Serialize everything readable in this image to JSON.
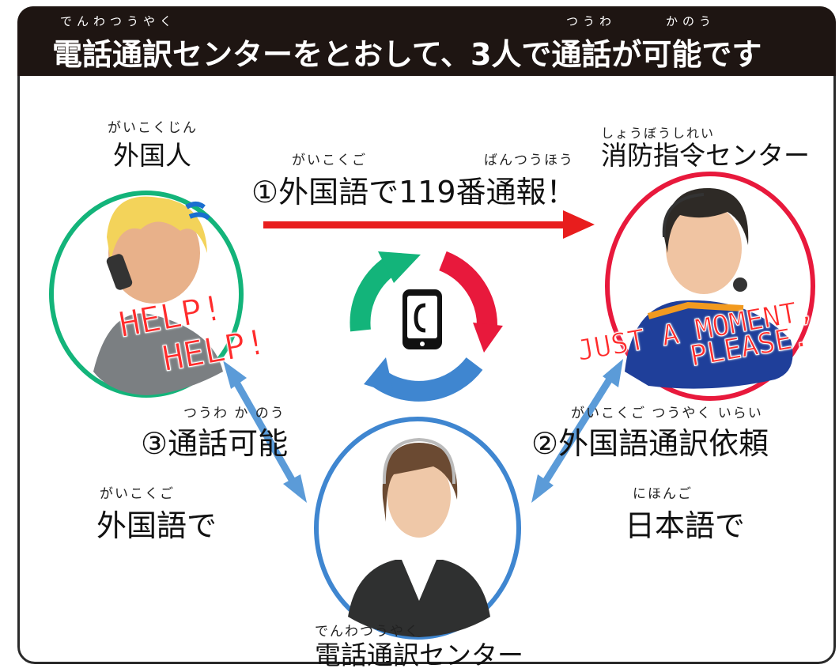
{
  "header": {
    "title": "電話通訳センターをとおして、3人で通話が可能です",
    "ruby_denwa": "でんわつうやく",
    "ruby_tsuwa": "つうわ",
    "ruby_kanou": "かのう"
  },
  "nodes": {
    "foreigner": {
      "label": "外国人",
      "ruby": "がいこくじん",
      "speech": [
        "HELP!",
        "HELP!"
      ]
    },
    "dispatch": {
      "label": "消防指令センター",
      "ruby": "しょうぼうしれい",
      "speech": [
        "JUST A MOMENT,",
        "PLEASE."
      ]
    },
    "interpreter": {
      "label": "電話通訳センター",
      "ruby": "でんわつうやく"
    }
  },
  "steps": {
    "step1": {
      "text": "①外国語で119番通報！",
      "ruby_gaikokugo": "がいこくご",
      "ruby_bantsuho": "ばんつうほう"
    },
    "step2": {
      "text": "②外国語通訳依頼",
      "ruby": "がいこくご つうやく いらい"
    },
    "step3": {
      "text": "③通話可能",
      "ruby": "つうわ か のう"
    }
  },
  "languages": {
    "left": {
      "text": "外国語で",
      "ruby": "がいこくご"
    },
    "right": {
      "text": "日本語で",
      "ruby": "にほんご"
    }
  },
  "colors": {
    "green": "#13b47a",
    "red": "#e8193c",
    "blue": "#3f86d0",
    "arrow_red": "#e81d1d",
    "arrow_blue": "#5b9bd8",
    "header_bg": "#1e1512"
  },
  "icons": {
    "center": "smartphone-call-icon"
  }
}
